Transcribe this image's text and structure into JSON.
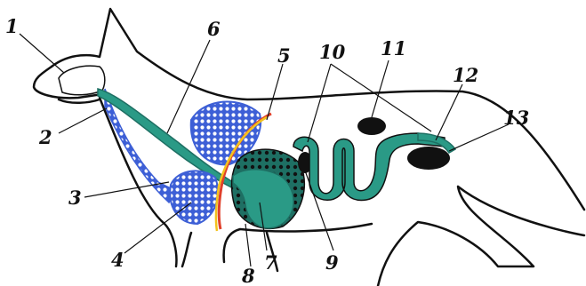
{
  "labels": [
    "1",
    "2",
    "3",
    "4",
    "5",
    "6",
    "7",
    "8",
    "9",
    "10",
    "11",
    "12",
    "13"
  ],
  "colors": {
    "outline": "#111111",
    "tract": "#2a9a86",
    "tract_dark": "#1e6f63",
    "lung": "#3d5fd6",
    "lung_texture": "#ffffff",
    "diaphragm_red": "#e0402a",
    "diaphragm_yellow": "#f3c21d",
    "organ_dark": "#111111"
  },
  "icons": [
    "animal-outline-icon",
    "lung-icon",
    "stomach-icon",
    "kidney-icon",
    "intestine-icon"
  ]
}
